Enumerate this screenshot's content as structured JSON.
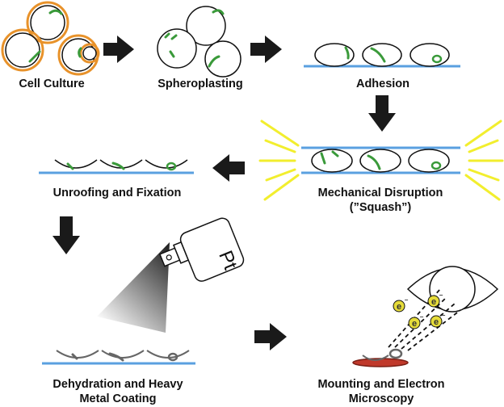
{
  "steps": {
    "cell_culture": "Cell Culture",
    "spheroplasting": "Spheroplasting",
    "adhesion": "Adhesion",
    "disruption_line1": "Mechanical Disruption",
    "disruption_line2": "(”Squash”)",
    "unroofing": "Unroofing and Fixation",
    "dehydration_line1": "Dehydration and Heavy",
    "dehydration_line2": "Metal Coating",
    "mounting_line1": "Mounting and Electron",
    "mounting_line2": "Microscopy"
  },
  "spray_can_label": "Pt",
  "electron_symbol": "e",
  "electron_charge": "−",
  "colors": {
    "cell_wall": "#e8922a",
    "organelle": "#3a9a3a",
    "coverslip": "#5aa0e0",
    "burst": "#f2ee2e",
    "arrow": "#1a1a1a",
    "electron": "#e6dc3a",
    "grid": "#b23a3a"
  }
}
